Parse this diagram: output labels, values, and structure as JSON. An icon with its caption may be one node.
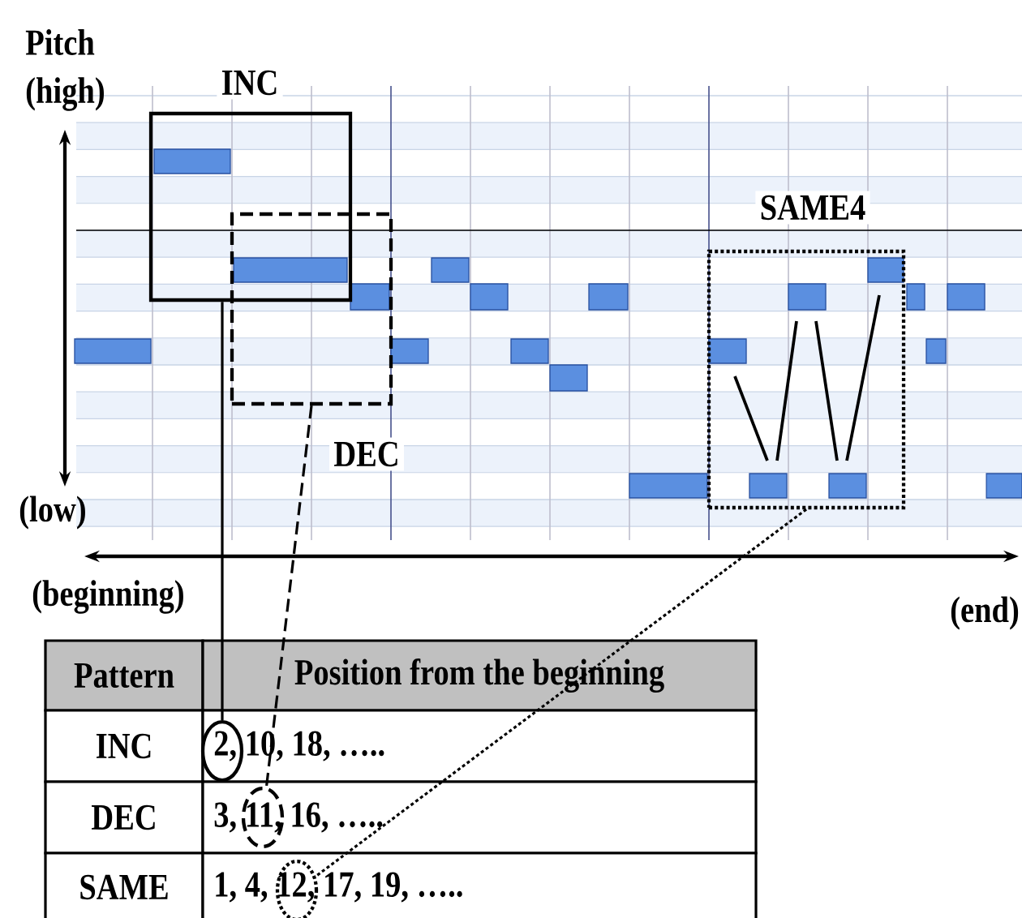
{
  "diagram": {
    "nodes": [
      {
        "text": [
          "INC"
        ]
      },
      {
        "text": [
          "DEC"
        ]
      },
      {
        "text": [
          "SAME4"
        ]
      },
      {
        "text": [],
        "shape": "circle"
      },
      {
        "text": [],
        "shape": "circle"
      },
      {
        "text": [],
        "shape": "circle"
      }
    ],
    "edges": [
      {
        "from": 0,
        "to": 3,
        "arrow": "none"
      },
      {
        "from": 1,
        "to": 4,
        "arrow": "none",
        "style": "dashed"
      },
      {
        "from": 2,
        "to": 5,
        "arrow": "none",
        "style": "dashed"
      }
    ],
    "labels": [
      "Pitch",
      "(high)",
      "(low)",
      "(beginning)",
      "(end)",
      "Pattern",
      "Position from the beginning",
      "INC",
      "2, 10, 18, …..",
      "DEC",
      "3, 11, 16, …..",
      "SAME",
      "1, 4, 12, 17, 19, ….."
    ]
  }
}
